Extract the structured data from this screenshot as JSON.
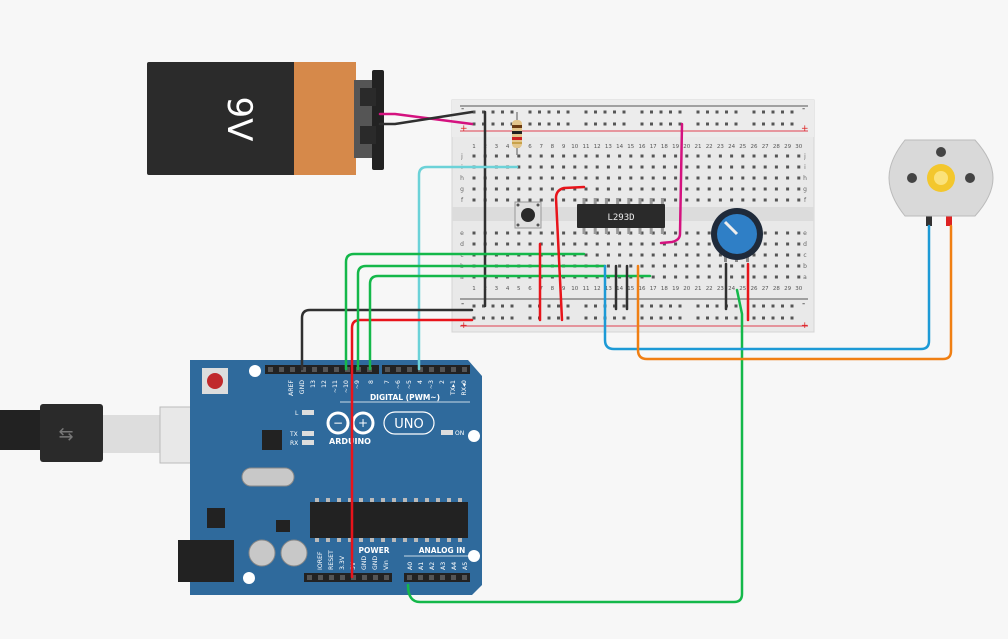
{
  "battery": {
    "label": "9V"
  },
  "breadboard": {
    "columns": [
      "1",
      "2",
      "3",
      "4",
      "5",
      "6",
      "7",
      "8",
      "9",
      "10",
      "11",
      "12",
      "13",
      "14",
      "15",
      "16",
      "17",
      "18",
      "19",
      "20",
      "21",
      "22",
      "23",
      "24",
      "25",
      "26",
      "27",
      "28",
      "29",
      "30"
    ],
    "rows_top": [
      "j",
      "i",
      "h",
      "g",
      "f"
    ],
    "rows_bottom": [
      "e",
      "d",
      "c",
      "b",
      "a"
    ],
    "minus": "-",
    "plus": "+"
  },
  "chip": {
    "label": "L293D"
  },
  "arduino": {
    "logo_text": "ARDUINO",
    "model": "UNO",
    "digital_header": "DIGITAL (PWM~)",
    "power_header": "POWER",
    "analog_header": "ANALOG IN",
    "on_label": "ON",
    "led_l": "L",
    "led_tx": "TX",
    "led_rx": "RX",
    "top_pins": [
      "AREF",
      "GND",
      "13",
      "12",
      "~11",
      "~10",
      "~9",
      "8",
      "7",
      "~6",
      "~5",
      "4",
      "~3",
      "2",
      "TX▸1",
      "RX◂0"
    ],
    "power_pins": [
      "IOREF",
      "RESET",
      "3.3V",
      "5V",
      "GND",
      "GND",
      "Vin"
    ],
    "analog_pins": [
      "A0",
      "A1",
      "A2",
      "A3",
      "A4",
      "A5"
    ]
  },
  "colors": {
    "background": "#f7f7f7",
    "board": "#2f6a9c",
    "breadboard": "#eeeeee",
    "wire_red": "#e8141b",
    "wire_green": "#14b84a",
    "wire_black": "#303030",
    "wire_cyan": "#6cd2d8",
    "wire_blue": "#1d9ad6",
    "wire_orange": "#f07f13",
    "wire_magenta": "#d4127f",
    "battery_body": "#2b2b2b",
    "battery_cap": "#d6894a"
  }
}
